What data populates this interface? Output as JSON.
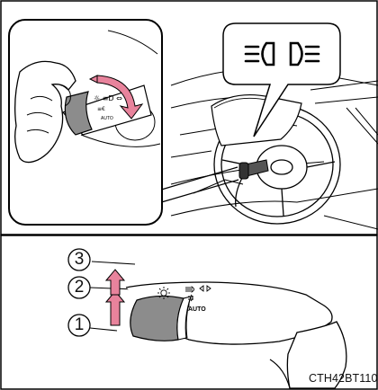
{
  "figure": {
    "positions": [
      "1",
      "2",
      "3"
    ],
    "stalk_label": "AUTO",
    "figure_code": "CTH42BT110",
    "icons": [
      "headlight-icon",
      "sun-icon",
      "parking-light-icon",
      "arrow-up-icon",
      "rotate-arrow-icon"
    ],
    "colors": {
      "accent_pink": "#e8839c",
      "knob_gray": "#8c8c8c",
      "line": "#000000"
    }
  }
}
